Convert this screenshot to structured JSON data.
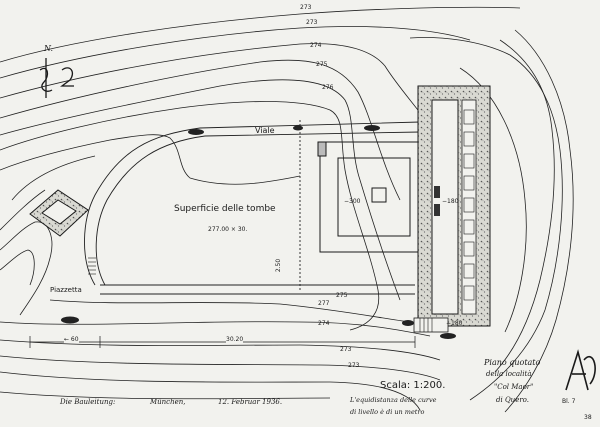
{
  "map": {
    "north_label": "N.",
    "viale_label": "Viale",
    "area_label": "Superficie delle tombe",
    "area_dims": "277.00 × 30.",
    "piazzetta_label": "Piazzetta",
    "elev_inner_left": "−300",
    "elev_inner_right": "−180",
    "elev_lower_right": "−180",
    "dim_vertical": "2.50",
    "dim_bottom_left": "← 60",
    "dim_bottom_mid": "30.20",
    "contour_labels": [
      "273",
      "273",
      "274",
      "275",
      "276",
      "277",
      "274",
      "273",
      "273",
      "275"
    ],
    "scale_text": "Scala: 1:200.",
    "equidistance_line1": "L'equidistanza delle curve",
    "equidistance_line2": "di livello è di un metro",
    "footer_left": "Die Bauleitung:",
    "footer_city": "München,",
    "footer_date": "12. Februar 1936.",
    "title_line1": "Piano quotato",
    "title_line2": "della località",
    "title_line3": "\"Col Maor\"",
    "title_line4": "di Quero.",
    "sheet_number": "Bl. 7",
    "corner_number": "38"
  },
  "colors": {
    "paper": "#f2f2ee",
    "ink": "#1a1a1a",
    "hatch": "#555555"
  }
}
